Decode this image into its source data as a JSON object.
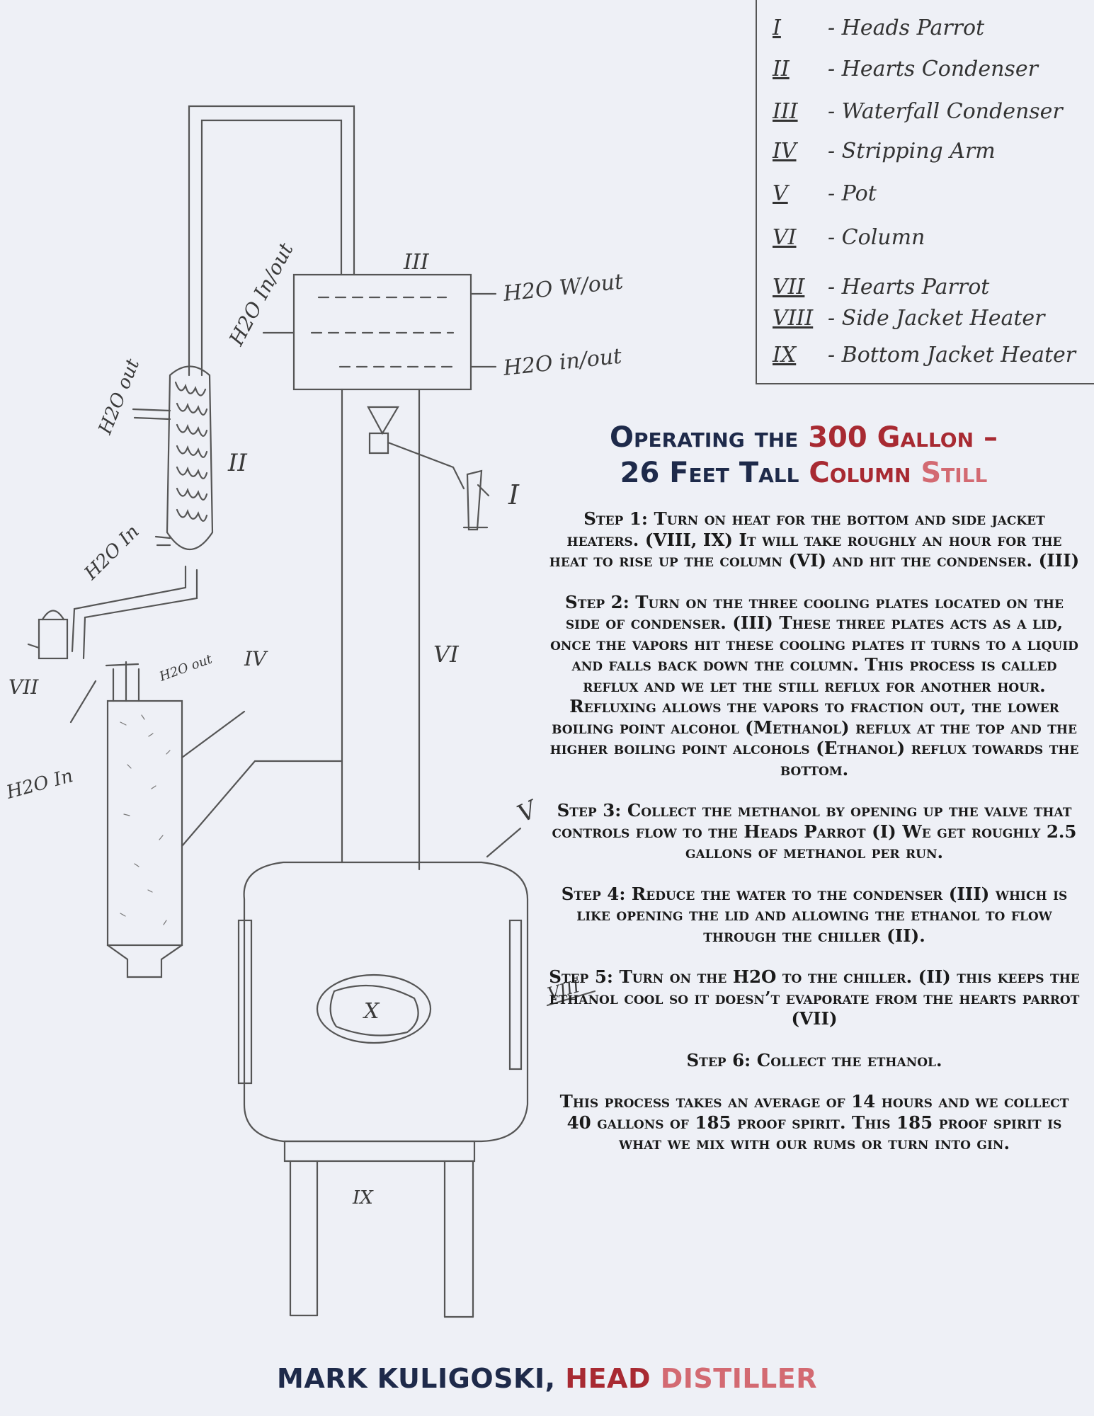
{
  "legend": {
    "items": [
      {
        "numeral": "I",
        "label": "- Heads Parrot"
      },
      {
        "numeral": "II",
        "label": "- Hearts Condenser"
      },
      {
        "numeral": "III",
        "label": "- Waterfall Condenser"
      },
      {
        "numeral": "IV",
        "label": "- Stripping Arm"
      },
      {
        "numeral": "V",
        "label": "- Pot"
      },
      {
        "numeral": "VI",
        "label": "- Column"
      },
      {
        "numeral": "VII",
        "label": "- Hearts Parrot"
      },
      {
        "numeral": "VIII",
        "label": "- Side Jacket Heater"
      },
      {
        "numeral": "IX",
        "label": "- Bottom Jacket Heater"
      }
    ]
  },
  "title": {
    "part1": "Operating the ",
    "part2": "300 Gallon –",
    "line2a": "26 Feet Tall ",
    "line2b": "Column ",
    "line2c": "Still"
  },
  "steps": [
    "Step 1: Turn on heat for the bottom and side jacket heaters. (VIII, IX) It will take roughly an hour for the heat to rise up the column (VI) and hit the condenser. (III)",
    "Step 2: Turn on the three cooling plates located on the side of condenser. (III) These three plates acts as a lid, once the vapors hit these cooling plates it turns to a liquid and falls back down the column. This process is called reflux and we let the still reflux for another hour. Refluxing allows the vapors to fraction out, the lower boiling point alcohol (Methanol) reflux at the top and the higher boiling point alcohols (Ethanol) reflux towards the bottom.",
    "Step 3: Collect the methanol by opening up the valve that controls flow to the Heads Parrot (I) We get roughly 2.5 gallons of methanol per run.",
    "Step 4: Reduce the water to the condenser (III) which is like opening the lid and allowing the ethanol to flow through the chiller (II).",
    "Step 5: Turn on the H2O to the chiller. (II) this keeps the ethanol cool so it doesn’t evaporate from the hearts parrot (VII)",
    "Step 6: Collect the ethanol.",
    "This process takes an average of 14 hours and we collect 40 gallons of 185 proof spirit. This 185 proof spirit is what we mix with our rums or turn into gin."
  ],
  "signature": {
    "name": "MARK KULIGOSKI,",
    "role1": " HEAD ",
    "role2": "DISTILLER"
  },
  "sketch_labels": {
    "waterfall": "III",
    "h2o_in_out_top": "H2O In/out",
    "h2o_w_out": "H2O W/out",
    "h2o_in_out_bottom": "H2O in/out",
    "heads_parrot": "I",
    "hearts_condenser": "II",
    "h2o_out": "H2O out",
    "h2o_in": "H2O In",
    "column": "VI",
    "stripping_arm": "IV",
    "hearts_parrot": "VII",
    "h2o_out_small": "H2O out",
    "h2o_in_low": "H2O In",
    "pot": "V",
    "side_jacket": "VIII",
    "bottom_jacket": "IX",
    "pot_x": "X"
  }
}
